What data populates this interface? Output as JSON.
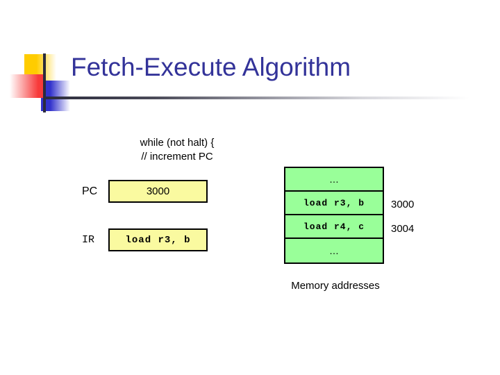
{
  "slide": {
    "title": "Fetch-Execute Algorithm",
    "title_color": "#333399",
    "decoration": {
      "yellow": "#FFCC00",
      "blue": "#3333CC",
      "red": "#F73A3A",
      "rule": "#2b2b3c"
    }
  },
  "pseudocode": {
    "lines": [
      "while (not halt) {",
      "// increment PC"
    ]
  },
  "registers": {
    "box_fill": "#FAFAA0",
    "items": [
      {
        "label": "PC",
        "value": "3000",
        "mono": false
      },
      {
        "label": "IR",
        "value": "load r3, b",
        "mono": true
      }
    ]
  },
  "memory": {
    "cell_fill": "#99FF99",
    "caption": "Memory addresses",
    "rows": [
      {
        "content": "…",
        "address": "",
        "mono": false
      },
      {
        "content": "load r3, b",
        "address": "3000",
        "mono": true
      },
      {
        "content": "load r4, c",
        "address": "3004",
        "mono": true
      },
      {
        "content": "…",
        "address": "",
        "mono": false
      }
    ],
    "addresses": [
      "3000",
      "3004"
    ]
  }
}
